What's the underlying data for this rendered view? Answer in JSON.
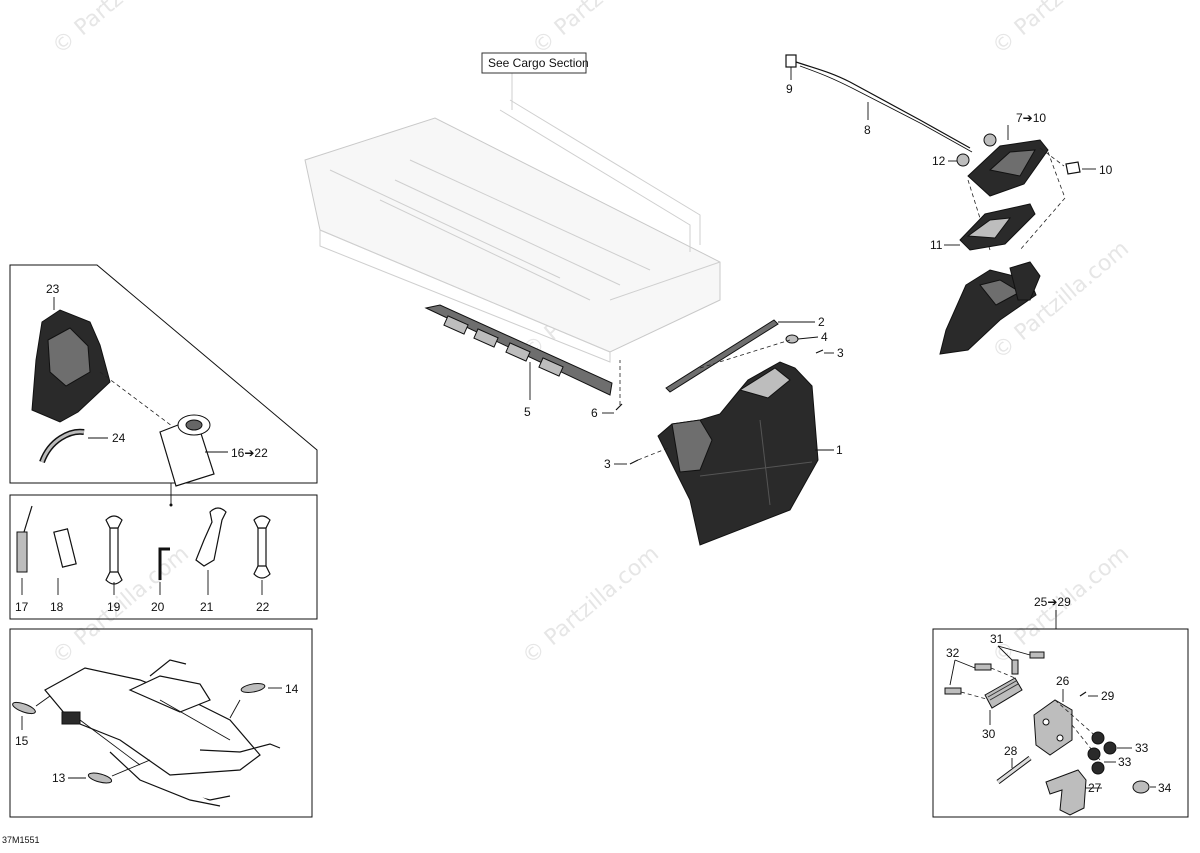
{
  "diagram": {
    "reference_code": "37M1551",
    "cargo_note": "See Cargo Section",
    "watermark_text": "© Partzilla.com",
    "callouts": {
      "c1": "1",
      "c2": "2",
      "c3a": "3",
      "c3b": "3",
      "c4": "4",
      "c5": "5",
      "c6": "6",
      "c7_10": "7➔10",
      "c8": "8",
      "c9": "9",
      "c10": "10",
      "c11": "11",
      "c12": "12",
      "c13": "13",
      "c14": "14",
      "c15": "15",
      "c16_22": "16➔22",
      "c17": "17",
      "c18": "18",
      "c19": "19",
      "c20": "20",
      "c21": "21",
      "c22": "22",
      "c23": "23",
      "c24": "24",
      "c25_29": "25➔29",
      "c26": "26",
      "c27": "27",
      "c28": "28",
      "c29": "29",
      "c30": "30",
      "c31": "31",
      "c32": "32",
      "c33a": "33",
      "c33b": "33",
      "c34": "34"
    }
  }
}
